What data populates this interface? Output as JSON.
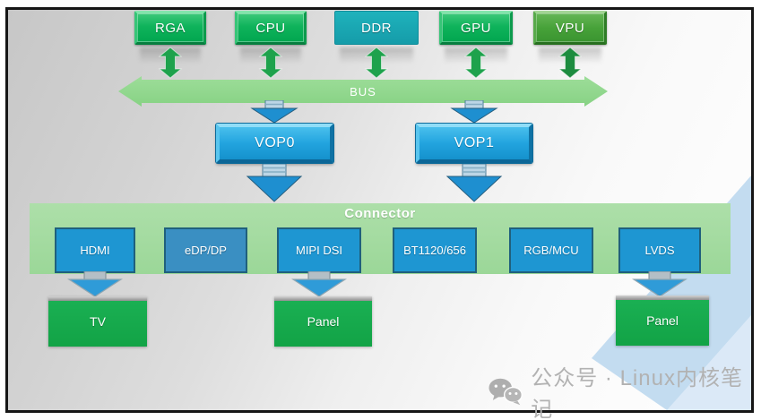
{
  "diagram": {
    "top_row": [
      {
        "label": "RGA"
      },
      {
        "label": "CPU"
      },
      {
        "label": "DDR"
      },
      {
        "label": "GPU"
      },
      {
        "label": "VPU"
      }
    ],
    "bus": {
      "label": "BUS"
    },
    "vops": [
      {
        "label": "VOP0"
      },
      {
        "label": "VOP1"
      }
    ],
    "connector": {
      "title": "Connector",
      "interfaces": [
        {
          "label": "HDMI"
        },
        {
          "label": "eDP/DP"
        },
        {
          "label": "MIPI DSI"
        },
        {
          "label": "BT1120/656"
        },
        {
          "label": "RGB/MCU"
        },
        {
          "label": "LVDS"
        }
      ]
    },
    "outputs": [
      {
        "label": "TV"
      },
      {
        "label": "Panel"
      },
      {
        "label": "Panel"
      }
    ],
    "colors": {
      "chip_green": "#0fb35b",
      "chip_olive": "#47a239",
      "chip_teal": "#18a7b2",
      "bus_green": "#92d88e",
      "arrow_green": "#1ea24c",
      "arrow_green_dark": "#1d8c3f",
      "arrow_blue": "#1e8fd0",
      "vop_blue": "#22a4df",
      "band_green": "#a3daa0",
      "connector_blue": "#1e96d2",
      "connector_blue_muted": "#3a8fc2",
      "output_green": "#16a84c",
      "wedge_blue": "#c3dcf0",
      "watermark_gray": "#b2b2b2"
    }
  },
  "watermark": {
    "text": "公众号 · Linux内核笔记",
    "icon": "wechat-icon"
  }
}
